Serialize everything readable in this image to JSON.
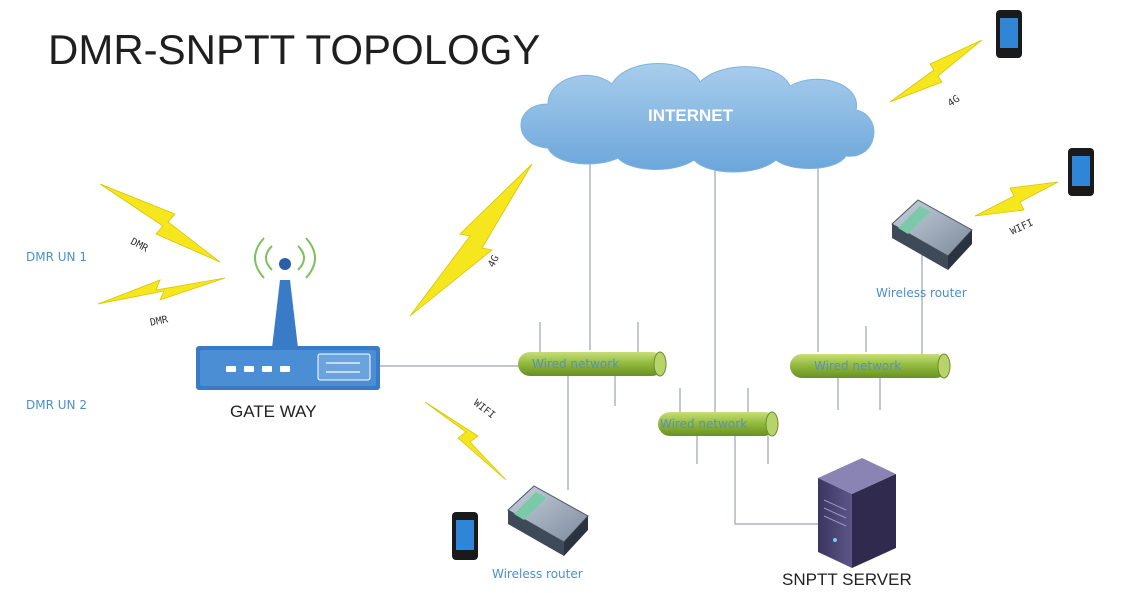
{
  "title": "DMR-SNPTT TOPOLOGY",
  "cloud": {
    "label": "INTERNET"
  },
  "gateway": {
    "label": "GATE WAY"
  },
  "server": {
    "label": "SNPTT SERVER"
  },
  "dmr_units": [
    "DMR UN 1",
    "DMR UN 2"
  ],
  "wired_networks": [
    "Wired network",
    "Wired network",
    "Wired network"
  ],
  "routers": [
    "Wireless router",
    "Wireless router"
  ],
  "links": {
    "dmr_top": "DMR",
    "dmr_bottom": "DMR",
    "gw_4g": "4G",
    "top_4g": "4G",
    "right_wifi": "WIFI",
    "left_wifi": "WIFI"
  },
  "colors": {
    "cloud": "#8dbce3",
    "cable": "#8db33a",
    "bolt": "#f5e61d",
    "device_blue": "#3a7bc8",
    "label_blue": "#4a90c8"
  }
}
